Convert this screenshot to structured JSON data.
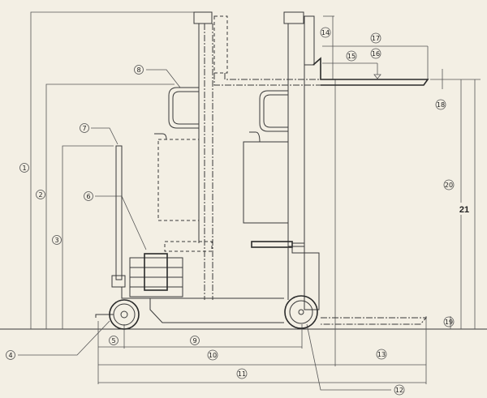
{
  "title": "Walkie stacker side-view dimension drawing",
  "callouts": {
    "c1": "1",
    "c2": "2",
    "c3": "3",
    "c4": "4",
    "c5": "5",
    "c6": "6",
    "c7": "7",
    "c8": "8",
    "c9": "9",
    "c10": "10",
    "c11": "11",
    "c12": "12",
    "c13": "13",
    "c14": "14",
    "c15": "15",
    "c16": "16",
    "c17": "17",
    "c18": "18",
    "c19": "19",
    "c20": "20",
    "c21": "21"
  }
}
